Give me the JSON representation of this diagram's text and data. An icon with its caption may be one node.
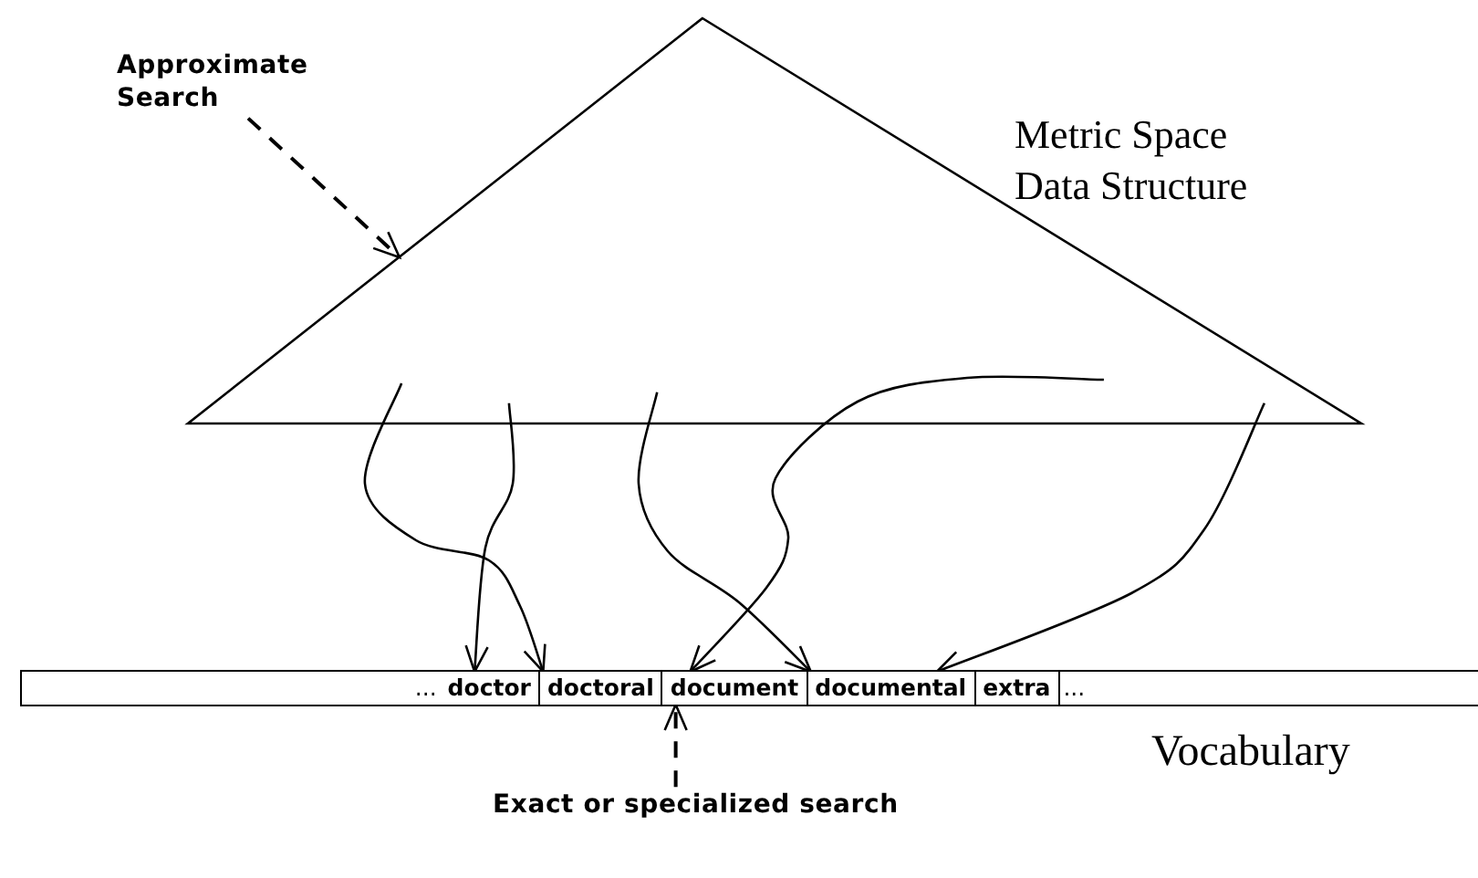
{
  "diagram": {
    "nodes": [
      {
        "text": [
          "Metric Space Data Structure"
        ]
      },
      {
        "text": [
          "Vocabulary"
        ]
      },
      {
        "text": [
          "..."
        ],
        "in": 1
      },
      {
        "text": [
          "doctor"
        ],
        "in": 1
      },
      {
        "text": [
          "doctoral"
        ],
        "in": 1
      },
      {
        "text": [
          "document"
        ],
        "in": 1
      },
      {
        "text": [
          "documental"
        ],
        "in": 1
      },
      {
        "text": [
          "extra"
        ],
        "in": 1
      },
      {
        "text": [
          "..."
        ],
        "in": 1
      },
      {
        "text": [
          "Approximate Search"
        ]
      },
      {
        "text": [
          "Exact or specialized search"
        ]
      }
    ],
    "edges": [
      {
        "from": 9,
        "to": 0,
        "arrow": "to",
        "style": "dashed"
      },
      {
        "from": 10,
        "to": 5,
        "arrow": "to",
        "style": "dashed"
      },
      {
        "from": 0,
        "to": 4,
        "arrow": "to"
      },
      {
        "from": 0,
        "to": 3,
        "arrow": "to"
      },
      {
        "from": 0,
        "to": 6,
        "arrow": "to"
      },
      {
        "from": 0,
        "to": 5,
        "arrow": "to"
      },
      {
        "from": 0,
        "to": 6,
        "arrow": "to"
      }
    ]
  }
}
